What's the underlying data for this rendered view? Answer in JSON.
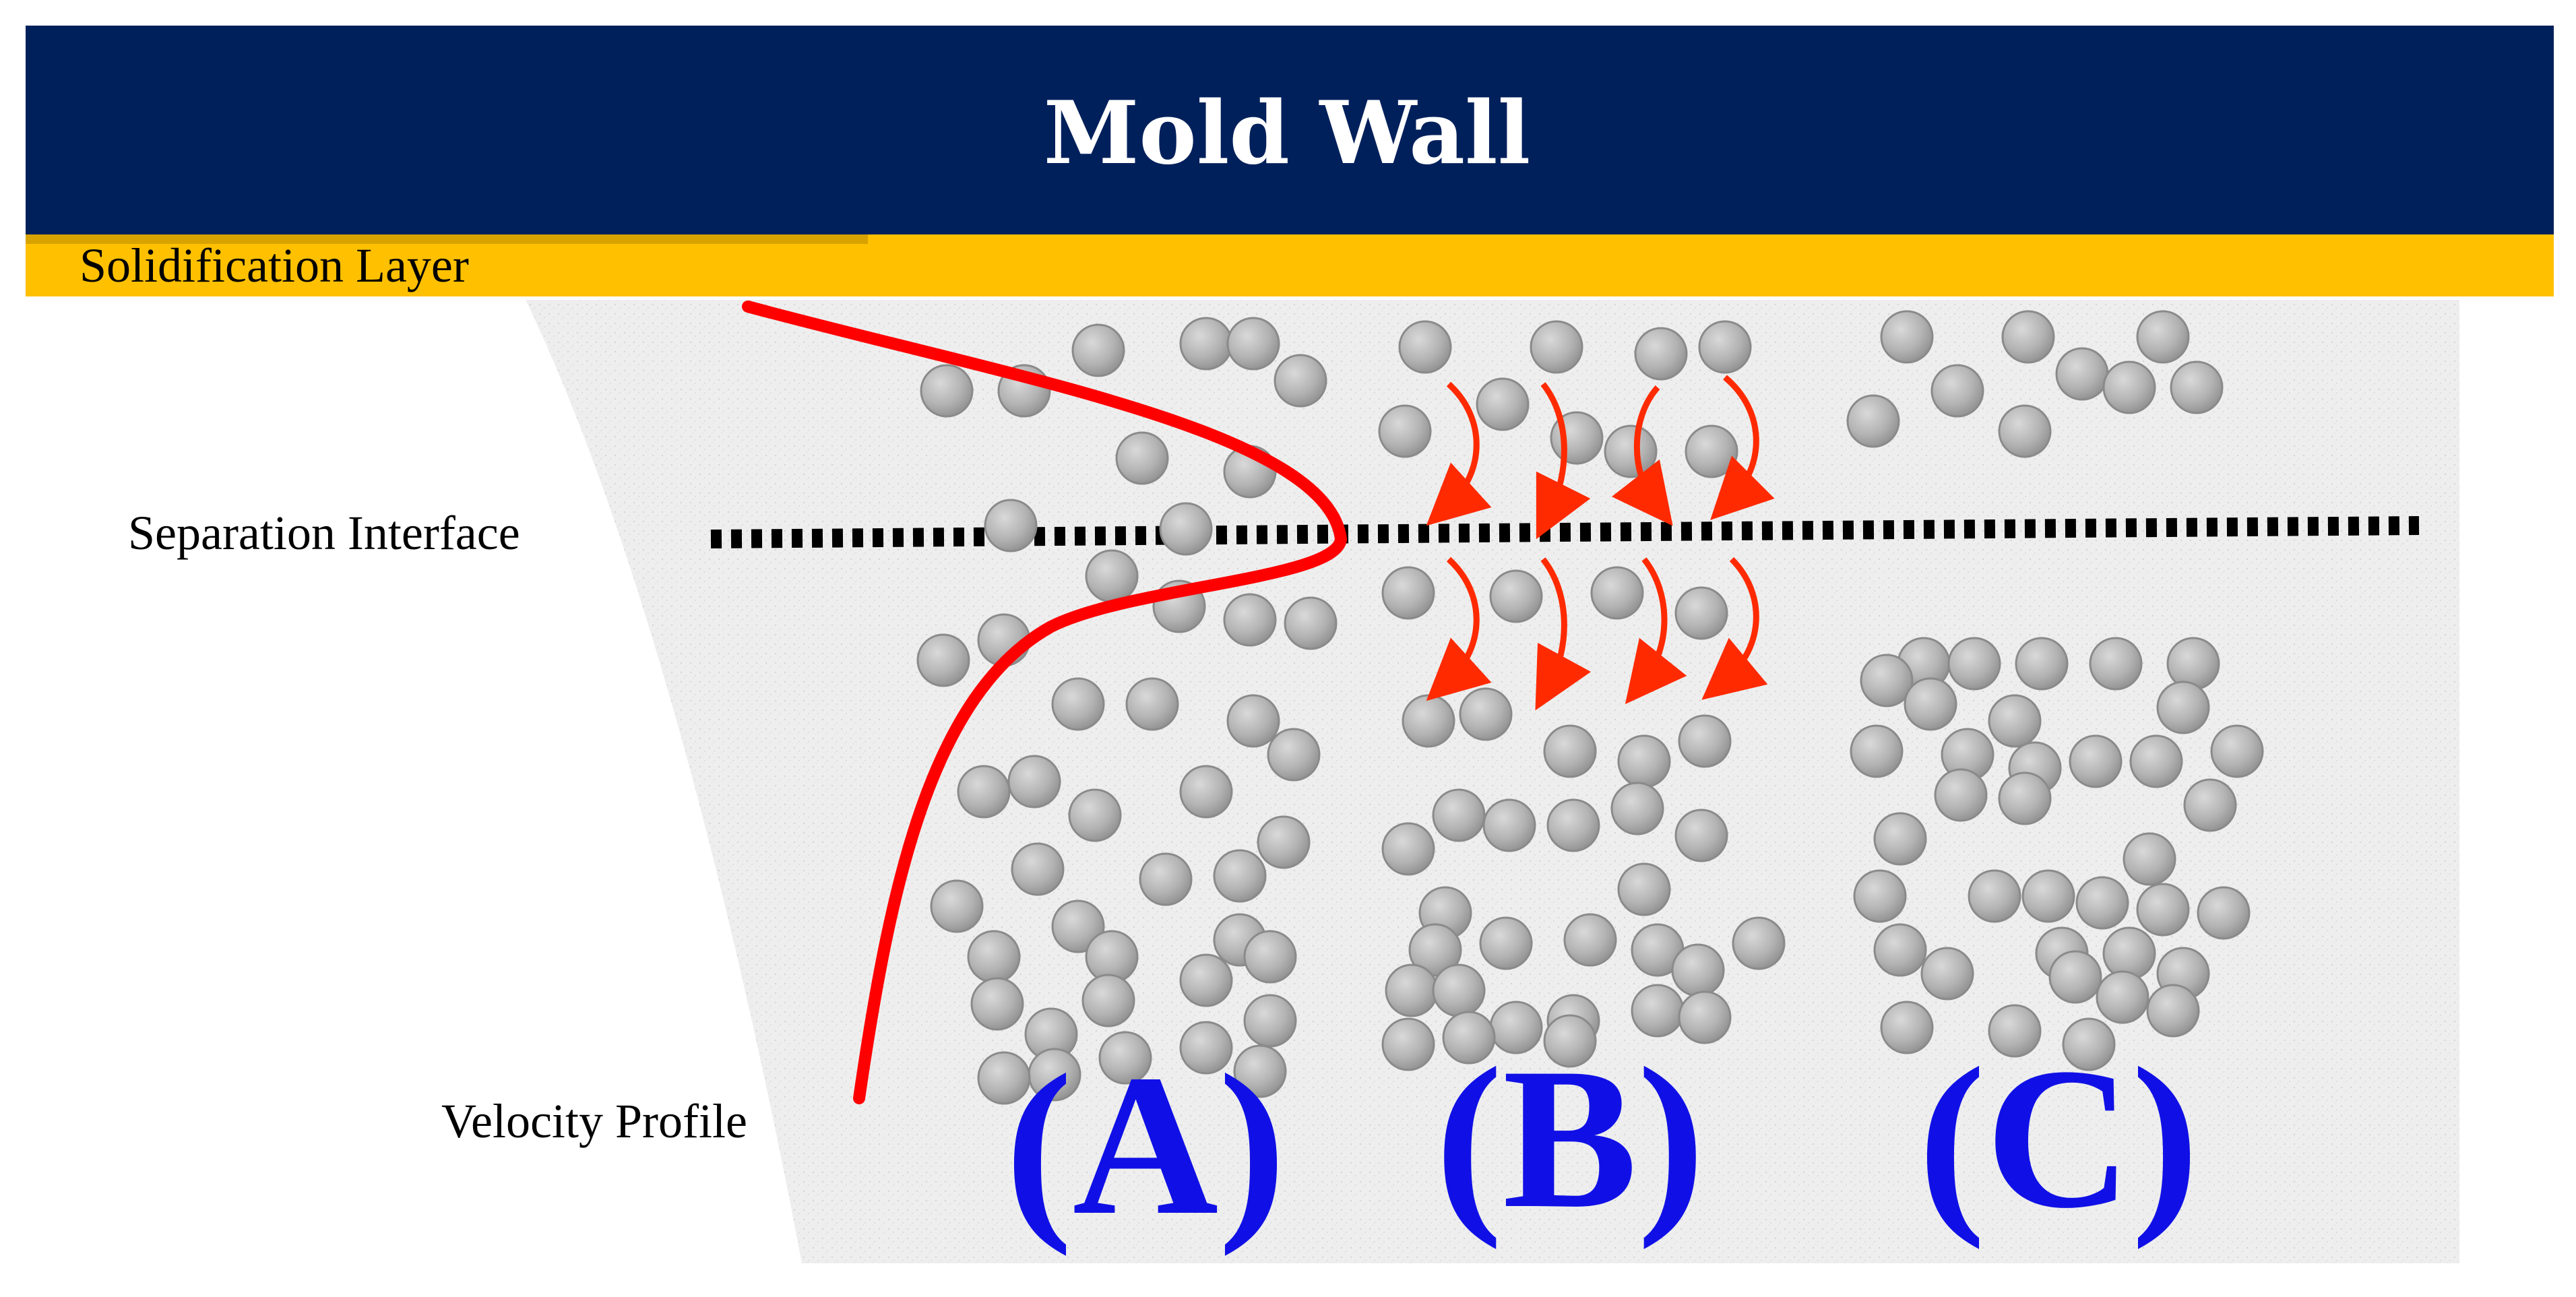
{
  "header": {
    "title": "Mold Wall",
    "color": "#00205b"
  },
  "layer": {
    "label": "Solidification Layer",
    "color": "#ffc000"
  },
  "labels": {
    "separation_interface": "Separation Interface",
    "velocity_profile": "Velocity Profile"
  },
  "panels": [
    {
      "label": "(A)",
      "arrangement": "random particles with velocity profile"
    },
    {
      "label": "(B)",
      "arrangement": "particles with rotation arrows near interface"
    },
    {
      "label": "(C)",
      "arrangement": "clustered particles"
    }
  ],
  "colors": {
    "particle": "#b0b0b0",
    "particle_edge": "#8a8a8a",
    "profile": "#ff0000",
    "panel_label": "#1010e6",
    "interface_line": "#000000"
  }
}
